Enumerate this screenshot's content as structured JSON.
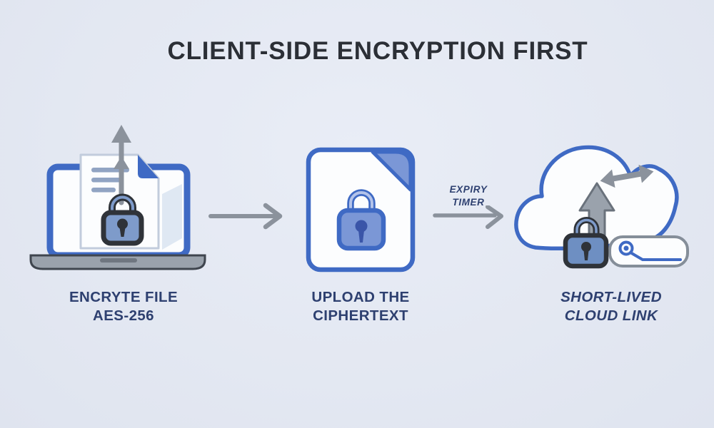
{
  "title": "CLIENT-SIDE ENCRYPTION FIRST",
  "steps": [
    {
      "id": "encrypt",
      "icon": "laptop-document-lock-icon",
      "label_line1": "ENCRYTE FILE",
      "label_line2": "AES-256"
    },
    {
      "id": "upload",
      "icon": "ciphertext-file-lock-icon",
      "label_line1": "UPLOAD THE",
      "label_line2": "CIPHERTEXT"
    },
    {
      "id": "link",
      "icon": "cloud-lock-link-icon",
      "label_line1": "SHORT-LIVED",
      "label_line2": "CLOUD LINK"
    }
  ],
  "connectors": [
    {
      "from": "encrypt",
      "to": "upload",
      "label_line1": "",
      "label_line2": ""
    },
    {
      "from": "upload",
      "to": "link",
      "label_line1": "EXPIRY",
      "label_line2": "TIMER"
    }
  ],
  "colors": {
    "bg-top": "#e9edf6",
    "bg-bottom": "#dfe4ef",
    "accent-blue": "#3f6ac4",
    "mid-blue": "#7b97d6",
    "steel-blue": "#7e9bca",
    "navy-text": "#2e4070",
    "title-color": "#2b2f36",
    "arrow-gray": "#8b929c",
    "dark-outline": "#2f3339",
    "laptop-gray": "#9aa2ac",
    "line-gray": "#91a4c3",
    "keyhole-blue": "#3a55a8",
    "pill-border": "#858e99",
    "paper": "#fcfdfe"
  }
}
